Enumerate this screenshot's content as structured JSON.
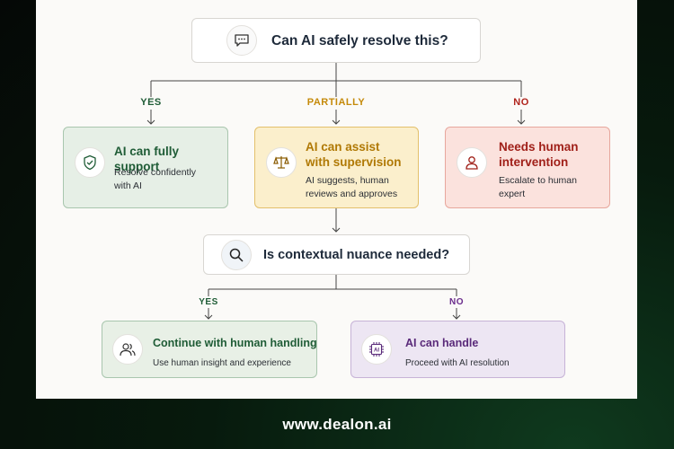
{
  "question1": "Can AI safely resolve this?",
  "branches1": {
    "yes": {
      "label": "YES",
      "title": "AI can fully support",
      "desc": "Resolve confidently with AI",
      "color": "#1f5c36"
    },
    "partially": {
      "label": "PARTIALLY",
      "title": "AI can assist with supervision",
      "desc": "AI suggests, human reviews and approves",
      "color": "#c58a0a"
    },
    "no": {
      "label": "NO",
      "title": "Needs human intervention",
      "desc": "Escalate to human expert",
      "color": "#b0241d"
    }
  },
  "question2": "Is contextual nuance needed?",
  "branches2": {
    "yes": {
      "label": "YES",
      "title": "Continue with human handling",
      "desc": "Use human insight and experience",
      "color": "#1f5c36"
    },
    "no": {
      "label": "NO",
      "title": "AI can handle",
      "desc": "Proceed with AI resolution",
      "color": "#6a2c8c"
    }
  },
  "icons": [
    "chat-bubble-icon",
    "shield-check-icon",
    "scales-icon",
    "person-icon",
    "search-icon",
    "people-icon",
    "ai-chip-icon"
  ],
  "footer": "www.dealon.ai"
}
